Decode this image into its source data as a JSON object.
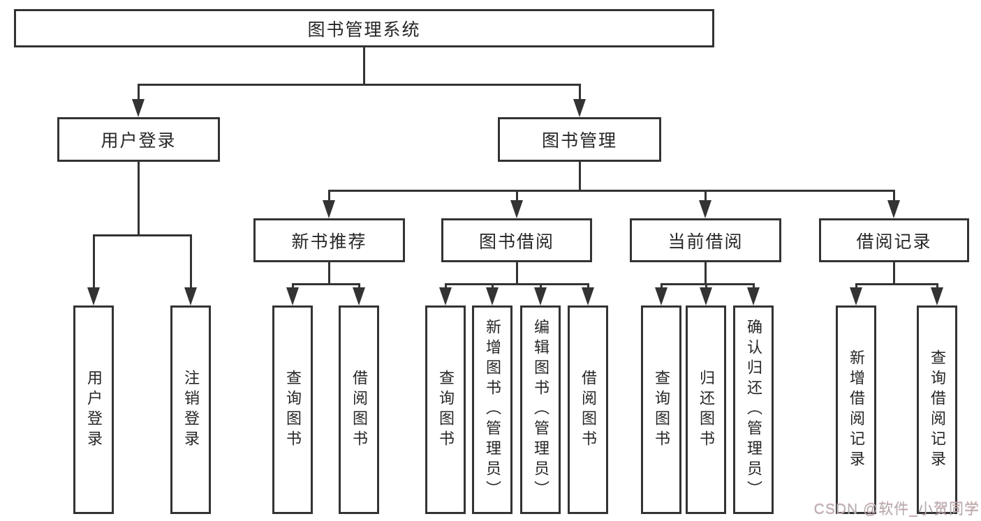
{
  "tree": {
    "label": "图书管理系统",
    "children": [
      {
        "label": "用户登录",
        "children": [
          {
            "label": "用户登录"
          },
          {
            "label": "注销登录"
          }
        ]
      },
      {
        "label": "图书管理",
        "children": [
          {
            "label": "新书推荐",
            "children": [
              {
                "label": "查询图书"
              },
              {
                "label": "借阅图书"
              }
            ]
          },
          {
            "label": "图书借阅",
            "children": [
              {
                "label": "查询图书"
              },
              {
                "label": "新增图书（管理员）"
              },
              {
                "label": "编辑图书（管理员）"
              },
              {
                "label": "借阅图书"
              }
            ]
          },
          {
            "label": "当前借阅",
            "children": [
              {
                "label": "查询图书"
              },
              {
                "label": "归还图书"
              },
              {
                "label": "确认归还（管理员）"
              }
            ]
          },
          {
            "label": "借阅记录",
            "children": [
              {
                "label": "新增借阅记录"
              },
              {
                "label": "查询借阅记录"
              }
            ]
          }
        ]
      }
    ]
  },
  "watermark": {
    "text": "CSDN @软件_小贺同学"
  },
  "colors": {
    "line": "#333333",
    "text": "#262626",
    "background": "#ffffff",
    "watermark": "#b3aeb2"
  }
}
